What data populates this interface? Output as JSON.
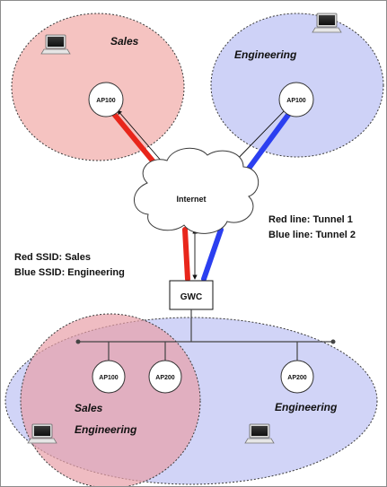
{
  "sites": {
    "top_left": {
      "label": "Sales",
      "ap": "AP100",
      "color": "#f3b9b6"
    },
    "top_right": {
      "label": "Engineering",
      "ap": "AP100",
      "color": "#c9cdf6"
    },
    "bottom_blue": {
      "label": "Engineering",
      "color": "#c9cdf6"
    },
    "bottom_red": {
      "label_line1": "Sales",
      "label_line2": "Engineering",
      "color": "#f3b9b6"
    }
  },
  "bottom_aps": [
    "AP100",
    "AP200",
    "AP200"
  ],
  "internet": {
    "label": "Internet"
  },
  "gwc": {
    "label": "GWC"
  },
  "legend": {
    "red_line": "Red line: Tunnel 1",
    "blue_line": "Blue line: Tunnel 2"
  },
  "ssid": {
    "red": "Red SSID: Sales",
    "blue": "Blue SSID: Engineering"
  },
  "colors": {
    "tunnel_red": "#e8261b",
    "tunnel_blue": "#2b3ff0"
  }
}
